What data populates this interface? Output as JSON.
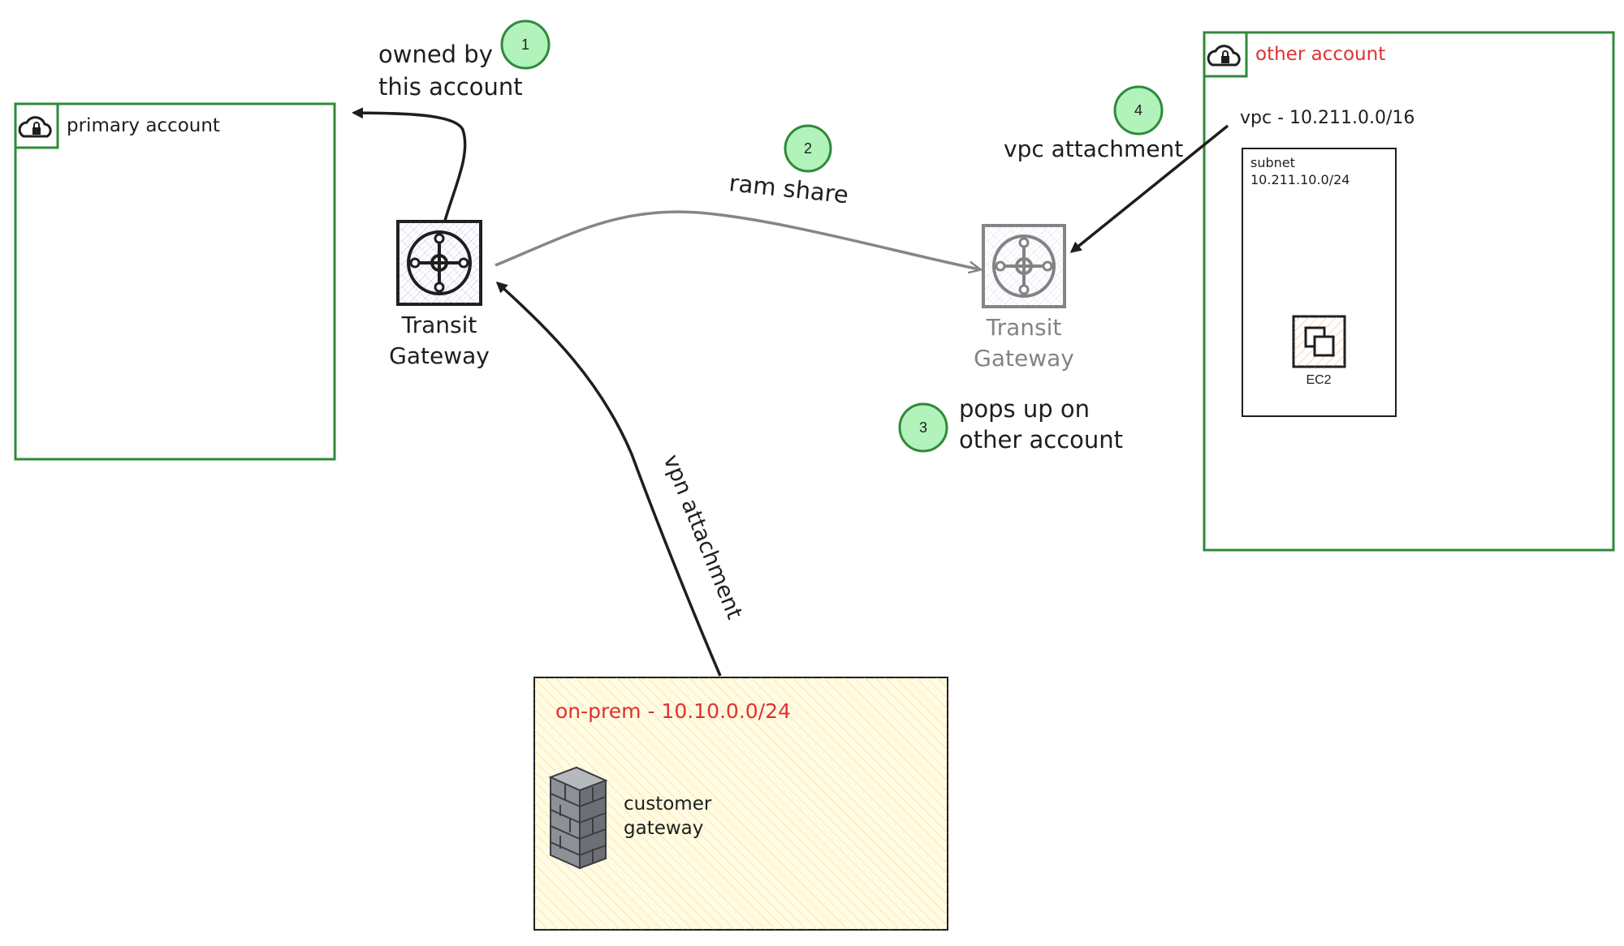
{
  "colors": {
    "account_border": "#2f8a3a",
    "label_red": "#e03131",
    "badge_fill": "#b2f2bb",
    "badge_stroke": "#2f8a3a",
    "tgw_hatch": "#7b6fd6",
    "onprem_fill": "#fff9db",
    "onprem_hatch": "#f2d31a",
    "ec2_accent": "#f08c3a",
    "line": "#1e1e1e",
    "line_gray": "#868686"
  },
  "icons": {
    "account": "cloud-lock-icon",
    "tgw": "transit-gateway-icon",
    "firewall": "brick-firewall-icon",
    "ec2": "ec2-instance-icon"
  },
  "primary_account": {
    "label": "primary account"
  },
  "other_account": {
    "label": "other account",
    "vpc_label": "vpc - 10.211.0.0/16",
    "subnet_label_1": "subnet",
    "subnet_label_2": "10.211.10.0/24",
    "ec2_label": "EC2"
  },
  "tgw_primary": {
    "label_1": "Transit",
    "label_2": "Gateway"
  },
  "tgw_shared": {
    "label_1": "Transit",
    "label_2": "Gateway"
  },
  "onprem": {
    "title": "on-prem - 10.10.0.0/24",
    "cgw_label_1": "customer",
    "cgw_label_2": "gateway"
  },
  "steps": [
    {
      "number": "1",
      "text_1": "owned by",
      "text_2": "this account"
    },
    {
      "number": "2",
      "text_1": "ram share"
    },
    {
      "number": "3",
      "text_1": "pops up on",
      "text_2": "other account"
    },
    {
      "number": "4",
      "text_1": "vpc attachment"
    }
  ],
  "edges": {
    "vpn_label": "vpn attachment"
  }
}
